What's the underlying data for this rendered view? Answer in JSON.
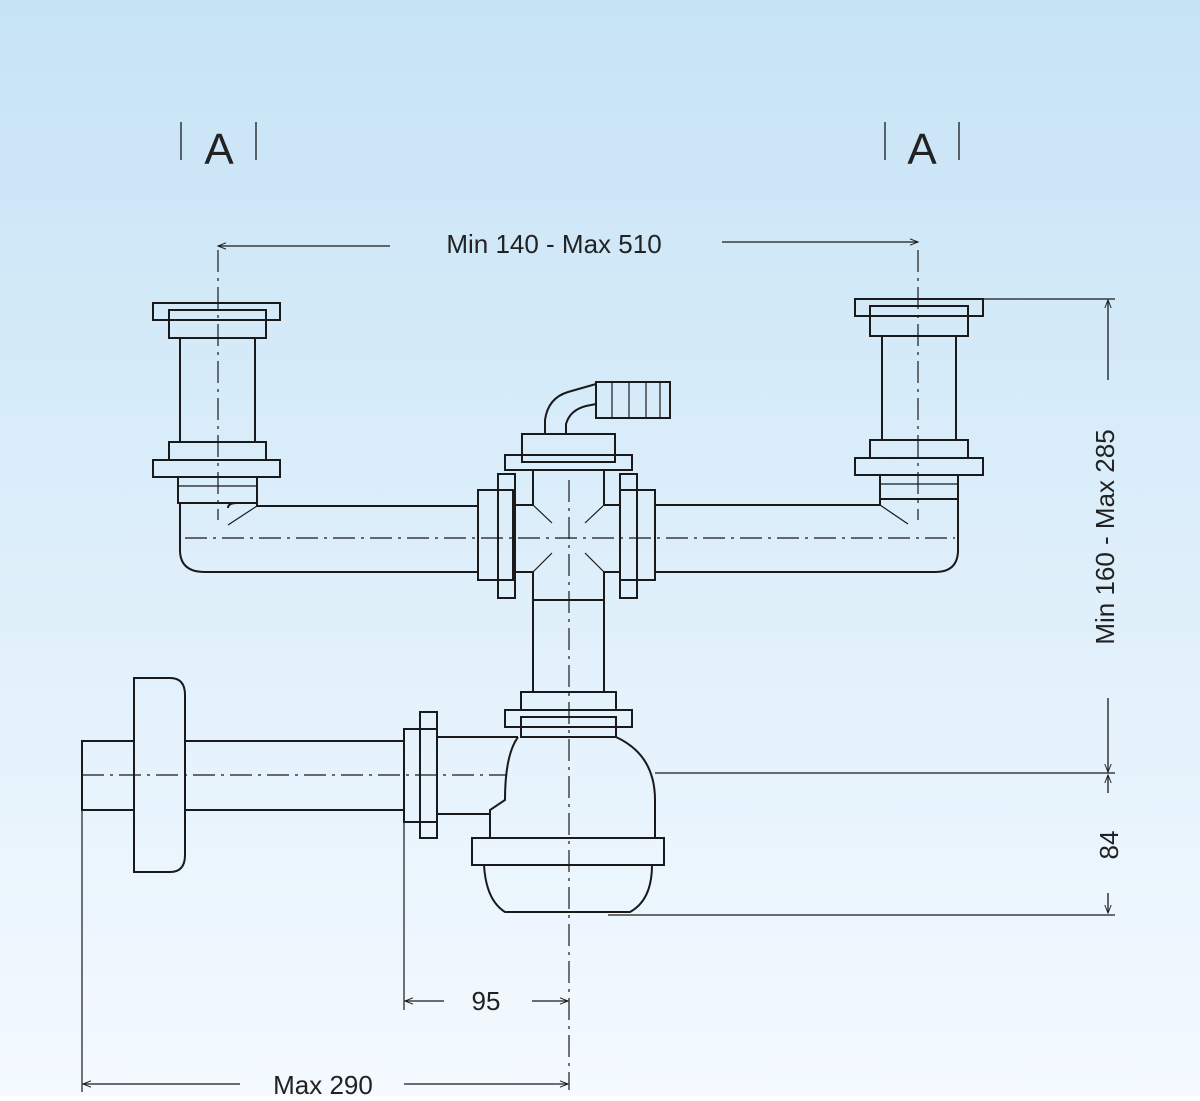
{
  "diagram": {
    "section_marks": {
      "left": "A",
      "right": "A"
    },
    "dimensions": {
      "spacing": "Min 140 - Max 510",
      "height": "Min 160 - Max 285",
      "trap_drop": "84",
      "trap_offset": "95",
      "max_length": "Max 290"
    },
    "colors": {
      "bg_top": "#c6e3f6",
      "bg_bottom": "#f4faff",
      "line": "#1a1a1a"
    }
  }
}
